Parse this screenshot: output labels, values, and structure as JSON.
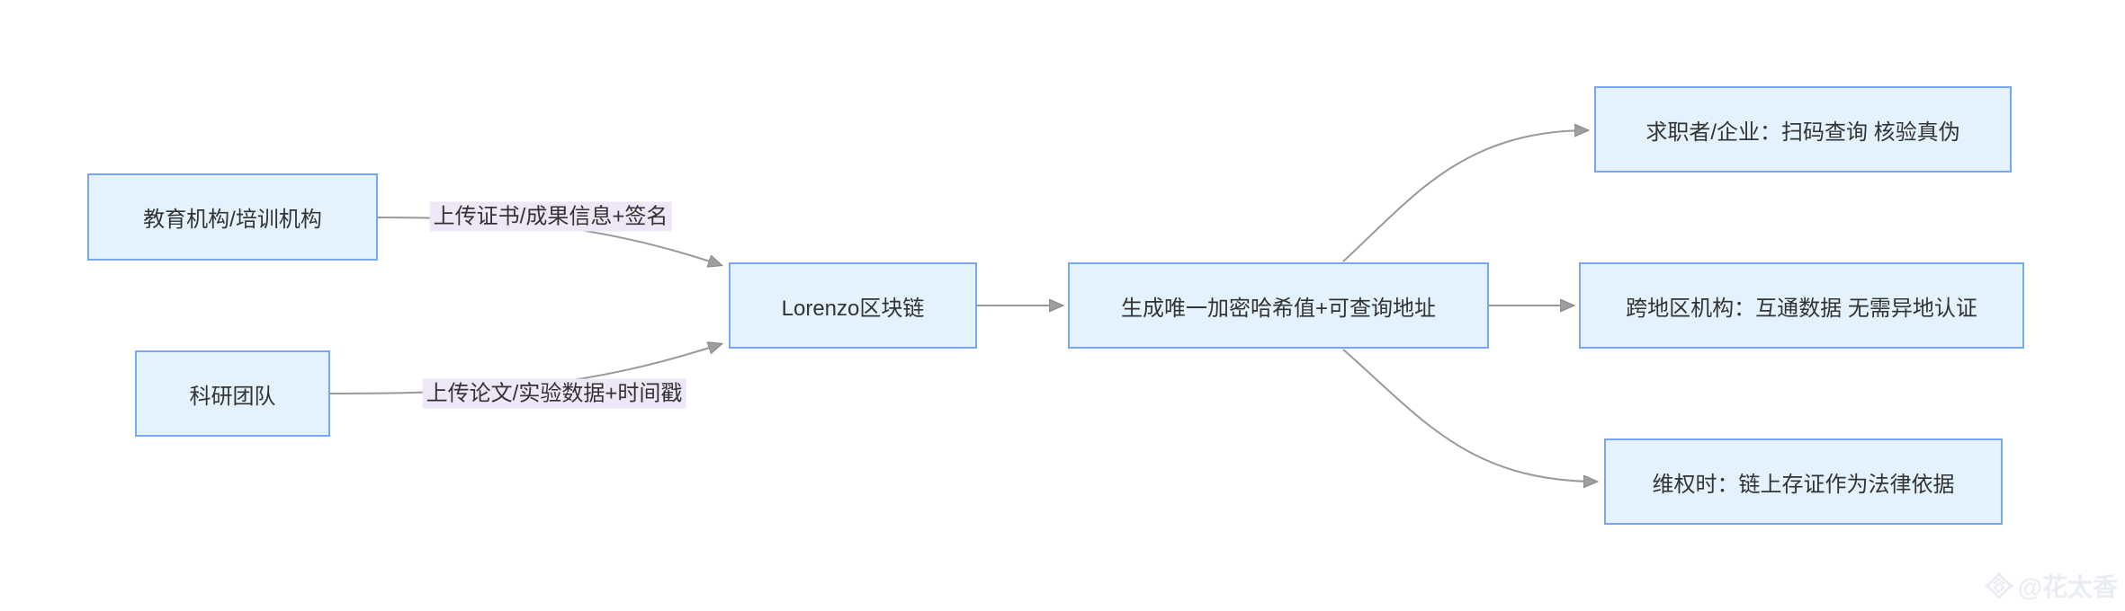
{
  "diagram": {
    "background_color": "#ffffff",
    "node_fill_color": "#E3F2FD",
    "node_border_color": "#79A7EF",
    "edge_line_color": "#999999",
    "edge_label_background_color": "#EDE7F7",
    "text_color": "#333333",
    "nodes": {
      "education": {
        "label": "教育机构/培训机构"
      },
      "research": {
        "label": "科研团队"
      },
      "chain": {
        "label": "Lorenzo区块链"
      },
      "hash": {
        "label": "生成唯一加密哈希值+可查询地址"
      },
      "verify": {
        "label": "求职者/企业：扫码查询 核验真伪"
      },
      "cross": {
        "label": "跨地区机构：互通数据 无需异地认证"
      },
      "legal": {
        "label": "维权时：链上存证作为法律依据"
      }
    },
    "edge_labels": {
      "upload_certificate": "上传证书/成果信息+签名",
      "upload_paper": "上传论文/实验数据+时间戳"
    },
    "edges": [
      {
        "from": "education",
        "to": "chain",
        "label": "上传证书/成果信息+签名"
      },
      {
        "from": "research",
        "to": "chain",
        "label": "上传论文/实验数据+时间戳"
      },
      {
        "from": "chain",
        "to": "hash",
        "label": ""
      },
      {
        "from": "hash",
        "to": "verify",
        "label": ""
      },
      {
        "from": "hash",
        "to": "cross",
        "label": ""
      },
      {
        "from": "hash",
        "to": "legal",
        "label": ""
      }
    ]
  },
  "watermark": {
    "text": "@花太香",
    "icon": "diamond-ornament-icon"
  }
}
